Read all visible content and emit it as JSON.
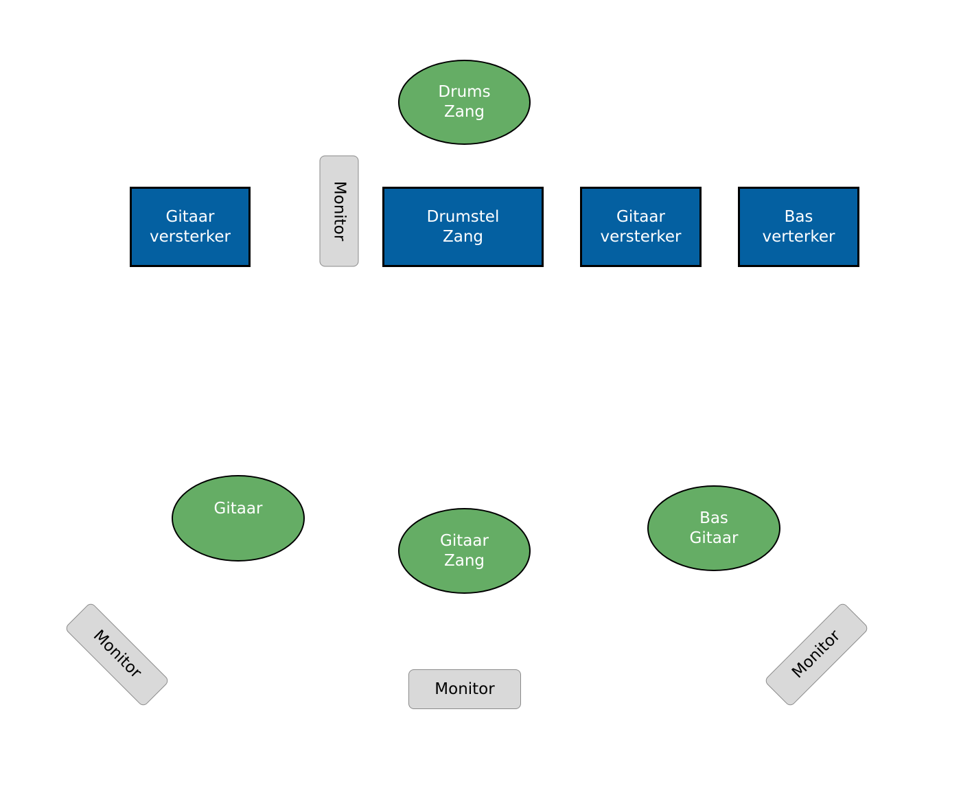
{
  "stage": {
    "drums_person": {
      "line1": "Drums",
      "line2": "Zang"
    },
    "amp_guitar_left": {
      "line1": "Gitaar",
      "line2": "versterker"
    },
    "monitor_top": {
      "label": "Monitor"
    },
    "drumkit": {
      "line1": "Drumstel",
      "line2": "Zang"
    },
    "amp_guitar_right": {
      "line1": "Gitaar",
      "line2": "versterker"
    },
    "amp_bass": {
      "line1": "Bas",
      "line2": "verterker"
    },
    "guitarist_left": {
      "line1": "Gitaar"
    },
    "guitarist_center": {
      "line1": "Gitaar",
      "line2": "Zang"
    },
    "bassist": {
      "line1": "Bas",
      "line2": "Gitaar"
    },
    "monitor_left": {
      "label": "Monitor"
    },
    "monitor_center": {
      "label": "Monitor"
    },
    "monitor_right": {
      "label": "Monitor"
    }
  },
  "colors": {
    "amp_fill": "#0460a1",
    "person_fill": "#65ad65",
    "monitor_fill": "#d9d9d9"
  }
}
